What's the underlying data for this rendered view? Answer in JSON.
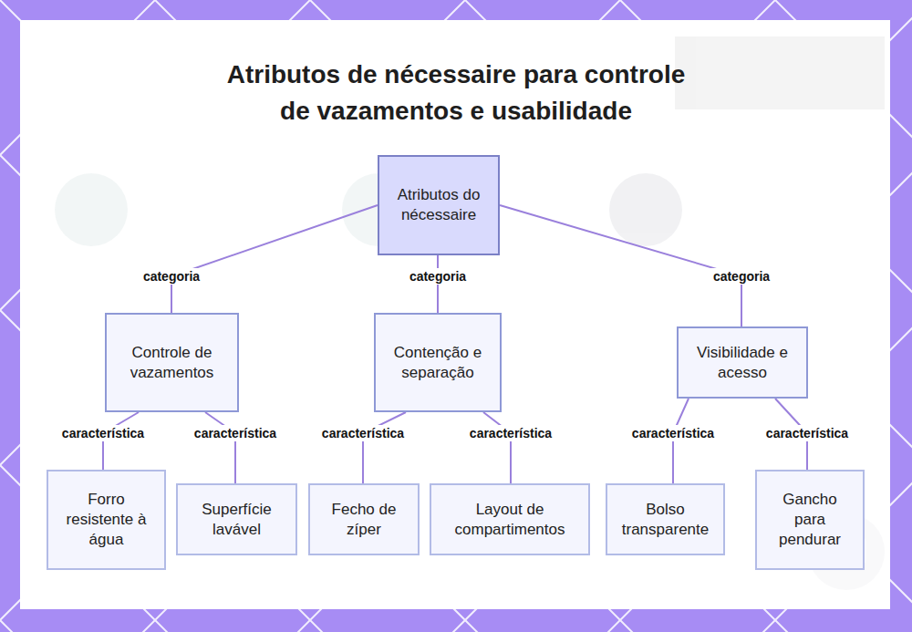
{
  "diagram": {
    "title": "Atributos de nécessaire para controle de vazamentos e usabilidade",
    "nodes": [
      {
        "text": [
          "Atributos do nécessaire"
        ]
      },
      {
        "text": [
          "Controle de vazamentos"
        ]
      },
      {
        "text": [
          "Contenção e separação"
        ]
      },
      {
        "text": [
          "Visibilidade e acesso"
        ]
      },
      {
        "text": [
          "Forro resistente à água"
        ]
      },
      {
        "text": [
          "Superfície lavável"
        ]
      },
      {
        "text": [
          "Fecho de zíper"
        ]
      },
      {
        "text": [
          "Layout de compartimentos"
        ]
      },
      {
        "text": [
          "Bolso transparente"
        ]
      },
      {
        "text": [
          "Gancho para pendurar"
        ]
      }
    ],
    "edges": [
      {
        "from": 0,
        "to": 1,
        "label": "categoria",
        "arrow": "none"
      },
      {
        "from": 0,
        "to": 2,
        "label": "categoria",
        "arrow": "none"
      },
      {
        "from": 0,
        "to": 3,
        "label": "categoria",
        "arrow": "none"
      },
      {
        "from": 1,
        "to": 4,
        "label": "característica",
        "arrow": "none"
      },
      {
        "from": 1,
        "to": 5,
        "label": "característica",
        "arrow": "none"
      },
      {
        "from": 2,
        "to": 6,
        "label": "característica",
        "arrow": "none"
      },
      {
        "from": 2,
        "to": 7,
        "label": "característica",
        "arrow": "none"
      },
      {
        "from": 3,
        "to": 8,
        "label": "característica",
        "arrow": "none"
      },
      {
        "from": 3,
        "to": 9,
        "label": "característica",
        "arrow": "none"
      }
    ]
  }
}
